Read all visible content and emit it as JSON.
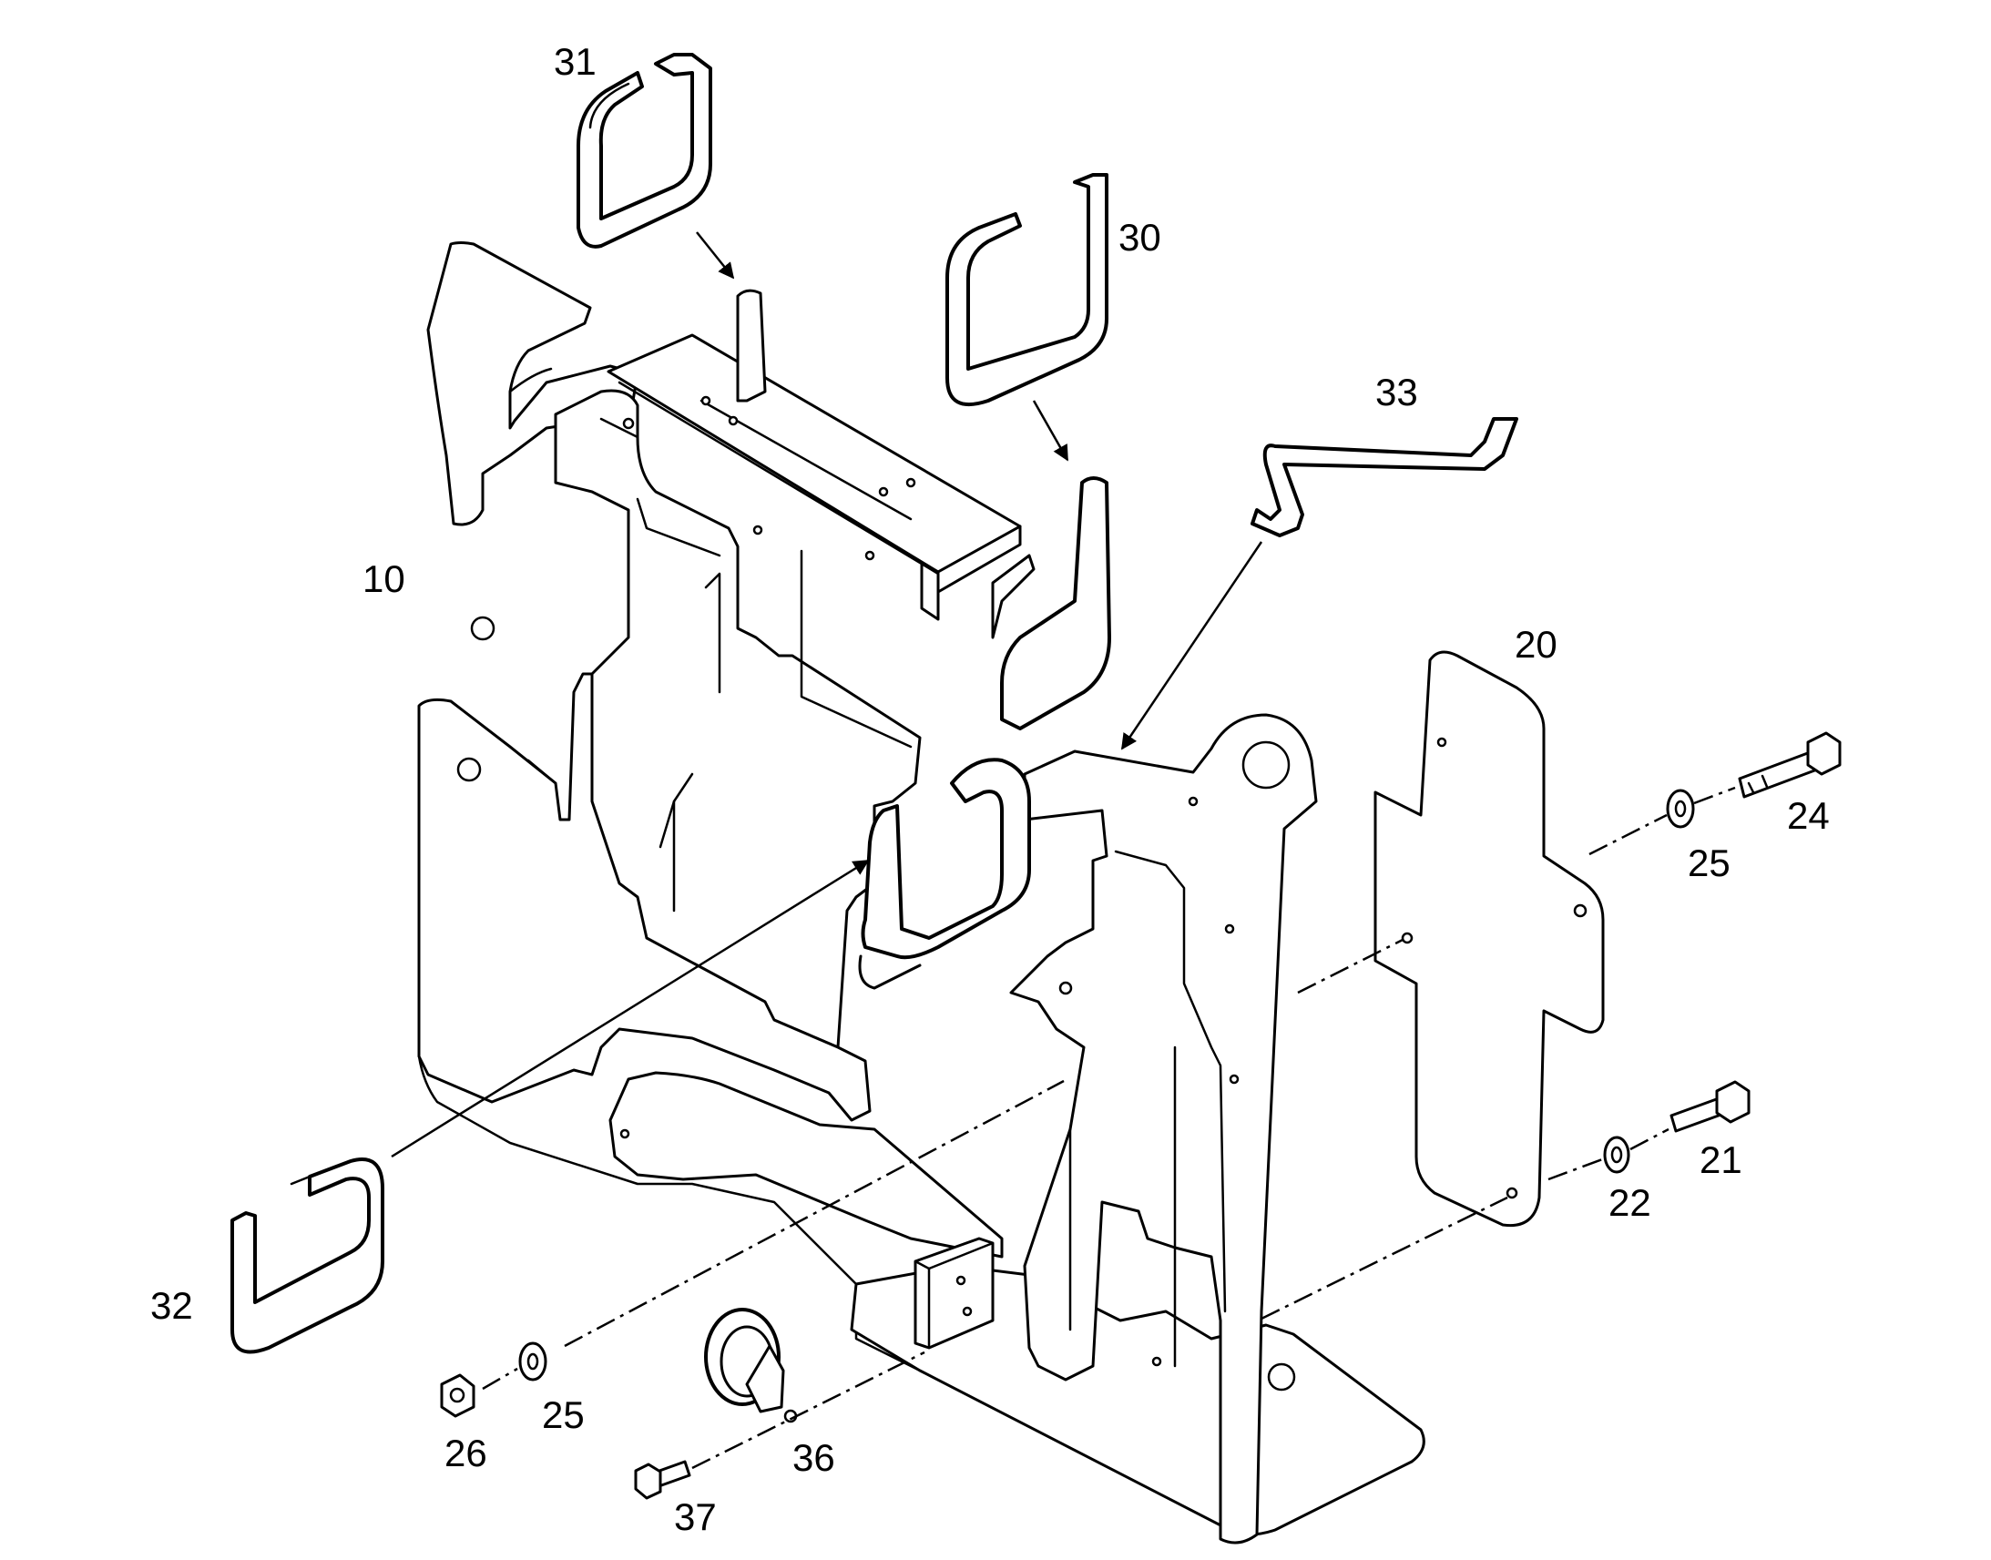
{
  "diagram": {
    "colors": {
      "line": "#000000",
      "background": "#ffffff"
    },
    "callouts": [
      {
        "id": "31",
        "label": "31"
      },
      {
        "id": "30",
        "label": "30"
      },
      {
        "id": "33",
        "label": "33"
      },
      {
        "id": "10",
        "label": "10"
      },
      {
        "id": "20",
        "label": "20"
      },
      {
        "id": "24",
        "label": "24"
      },
      {
        "id": "25a",
        "label": "25"
      },
      {
        "id": "21",
        "label": "21"
      },
      {
        "id": "22",
        "label": "22"
      },
      {
        "id": "32",
        "label": "32"
      },
      {
        "id": "26",
        "label": "26"
      },
      {
        "id": "25b",
        "label": "25"
      },
      {
        "id": "36",
        "label": "36"
      },
      {
        "id": "37",
        "label": "37"
      }
    ]
  }
}
